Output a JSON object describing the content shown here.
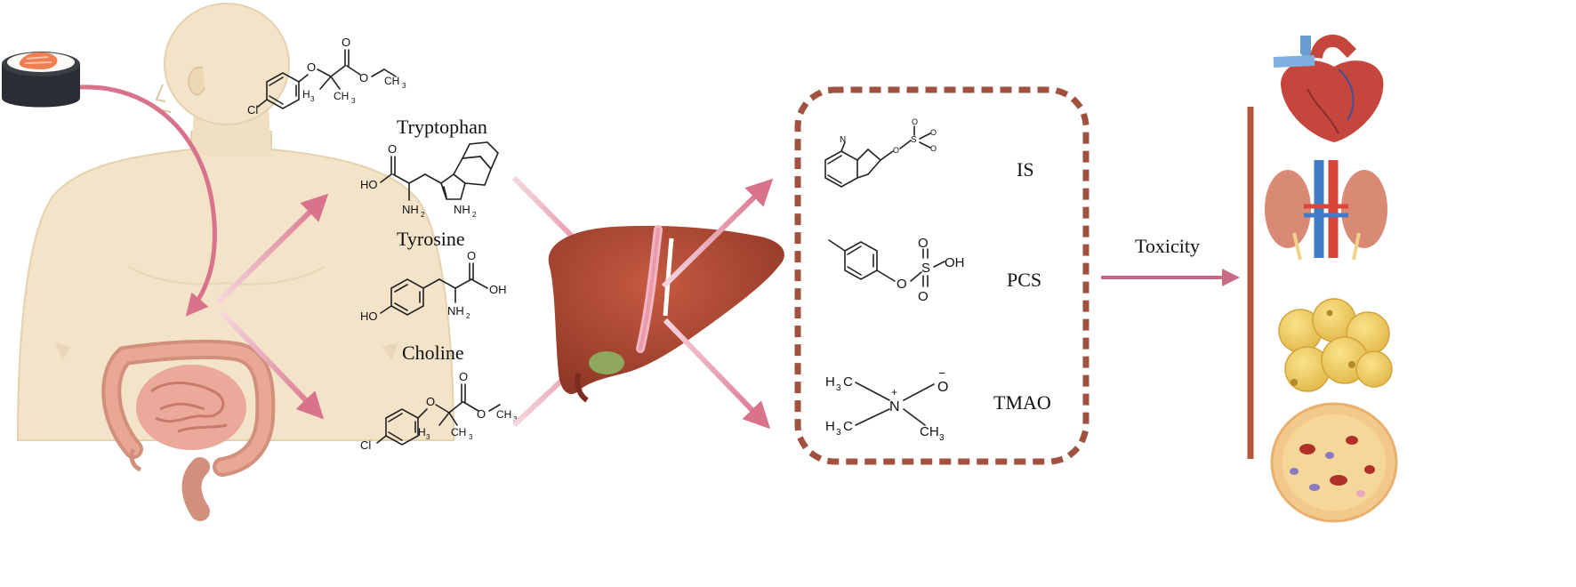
{
  "precursors": {
    "tryptophan": "Tryptophan",
    "tyrosine": "Tyrosine",
    "choline": "Choline"
  },
  "toxins": {
    "is": "IS",
    "pcs": "PCS",
    "tmao": "TMAO"
  },
  "toxicity_label": "Toxicity",
  "atoms": {
    "cl": "Cl",
    "o": "O",
    "oh": "OH",
    "ho": "HO",
    "nh2": "NH",
    "nh2_sub": "2",
    "h3c": "H",
    "ch3": "CH",
    "three": "3",
    "s": "S",
    "n": "N",
    "plus": "+",
    "minus": "−"
  },
  "colors": {
    "arrow_pink": "#d9728b",
    "arrow_light": "#f1c2cd",
    "dotted_border": "#a0523f",
    "toxicity_arrow": "#c96a84",
    "organ_bar": "#b3573c",
    "liver": "#b44d38",
    "skin": "#f3e4c9"
  },
  "icons": {
    "food": "sushi-roll-icon",
    "body": "human-torso-icon",
    "gut": "intestine-icon",
    "liver": "liver-icon",
    "heart": "heart-icon",
    "kidney": "kidney-icon",
    "fat": "adipocyte-icon",
    "bone": "bone-marrow-icon"
  }
}
